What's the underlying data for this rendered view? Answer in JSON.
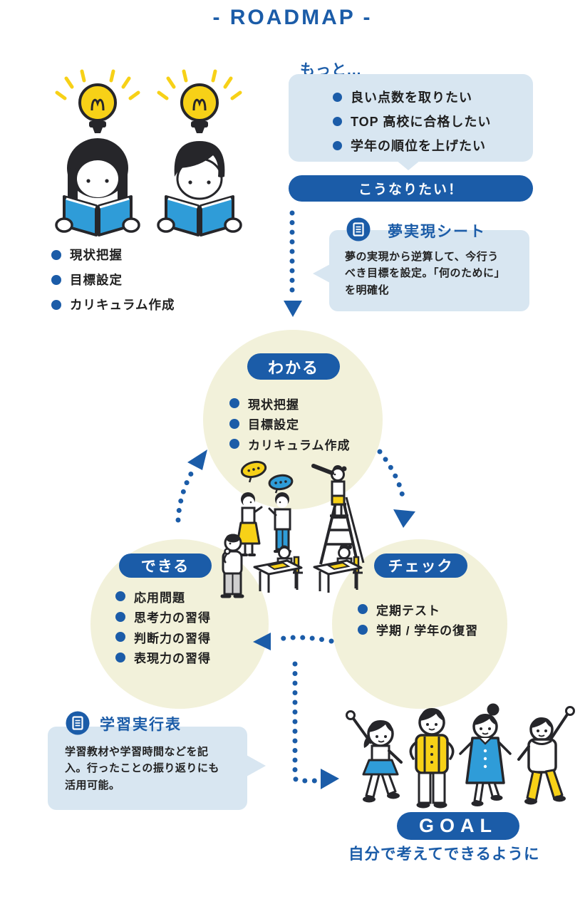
{
  "page": {
    "title": "- ROADMAP -"
  },
  "intro": {
    "bullets": [
      "現状把握",
      "目標設定",
      "カリキュラム作成"
    ]
  },
  "wants": {
    "header": "もっと...",
    "items": [
      "良い点数を取りたい",
      "TOP 高校に合格したい",
      "学年の順位を上げたい"
    ],
    "pill": "こうなりたい！"
  },
  "dream_sheet": {
    "icon": "document-icon",
    "title": "夢実現シート",
    "body": "夢の実現から逆算して、今行うべき目標を設定。「何のために」を明確化"
  },
  "cycle": {
    "wakaru": {
      "label": "わかる",
      "bullets": [
        "現状把握",
        "目標設定",
        "カリキュラム作成"
      ]
    },
    "dekiru": {
      "label": "できる",
      "bullets": [
        "応用問題",
        "思考力の習得",
        "判断力の習得",
        "表現力の習得"
      ]
    },
    "check": {
      "label": "チェック",
      "bullets": [
        "定期テスト",
        "学期 / 学年の復習"
      ]
    }
  },
  "practice_sheet": {
    "icon": "document-icon",
    "title": "学習実行表",
    "body": "学習教材や学習時間などを記入。行ったことの振り返りにも活用可能。"
  },
  "goal": {
    "label": "GOAL",
    "caption": "自分で考えてできるように"
  },
  "colors": {
    "primary_blue": "#1b5ca8",
    "light_blue": "#d8e6f1",
    "pale_yellow_circle": "#f2f1da",
    "accent_yellow": "#f7d117",
    "cyan_blue": "#2f9cd8",
    "outline": "#26262a"
  }
}
